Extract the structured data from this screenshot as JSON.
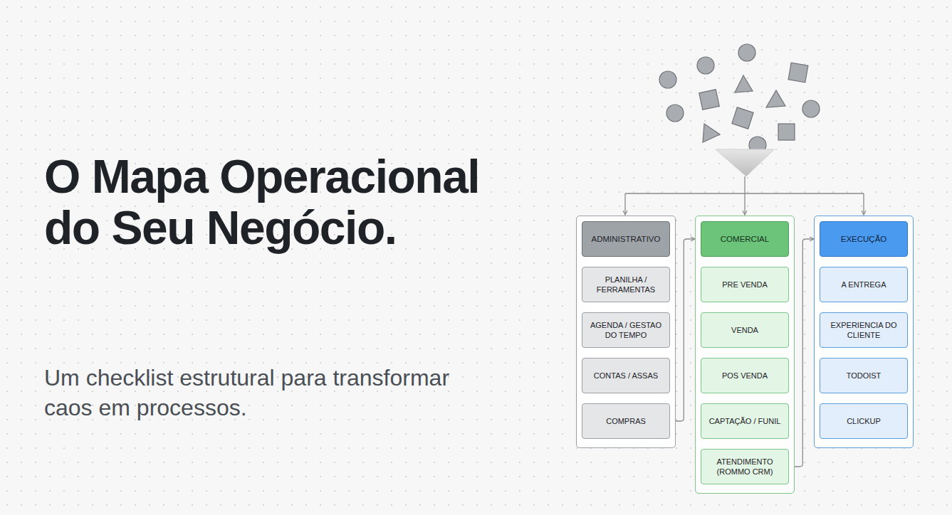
{
  "diagram": {
    "title": "O Mapa Operacional do Seu Negócio.",
    "caption": "Um checklist estrutural para transformar caos em processos.",
    "nodes": [
      {
        "text": [
          "ADMINISTRATIVO"
        ]
      },
      {
        "text": [
          "PLANILHA / FERRAMENTAS"
        ],
        "in": 0
      },
      {
        "text": [
          "AGENDA / GESTAO DO TEMPO"
        ],
        "in": 0
      },
      {
        "text": [
          "CONTAS / ASSAS"
        ],
        "in": 0
      },
      {
        "text": [
          "COMPRAS"
        ],
        "in": 0
      },
      {
        "text": [
          "COMERCIAL"
        ]
      },
      {
        "text": [
          "PRE VENDA"
        ],
        "in": 5
      },
      {
        "text": [
          "VENDA"
        ],
        "in": 5
      },
      {
        "text": [
          "POS VENDA"
        ],
        "in": 5
      },
      {
        "text": [
          "CAPTAÇÃO / FUNIL"
        ],
        "in": 5
      },
      {
        "text": [
          "ATENDIMENTO (ROMMO CRM)"
        ],
        "in": 5
      },
      {
        "text": [
          "EXECUÇÃO"
        ]
      },
      {
        "text": [
          "A ENTREGA"
        ],
        "in": 11
      },
      {
        "text": [
          "EXPERIENCIA DO CLIENTE"
        ],
        "in": 11
      },
      {
        "text": [
          "TODOIST"
        ],
        "in": 11
      },
      {
        "text": [
          "CLICKUP"
        ],
        "in": 11
      }
    ],
    "edges": [
      {
        "from": 1,
        "to": 2,
        "arrow": "none"
      },
      {
        "from": 2,
        "to": 3,
        "arrow": "none"
      },
      {
        "from": 3,
        "to": 4,
        "arrow": "none"
      },
      {
        "from": 6,
        "to": 7,
        "arrow": "none"
      },
      {
        "from": 7,
        "to": 8,
        "arrow": "none"
      },
      {
        "from": 8,
        "to": 9,
        "arrow": "none"
      },
      {
        "from": 9,
        "to": 10,
        "arrow": "none"
      },
      {
        "from": 12,
        "to": 13,
        "arrow": "none"
      },
      {
        "from": 13,
        "to": 14,
        "arrow": "none"
      },
      {
        "from": 14,
        "to": 15,
        "arrow": "none"
      },
      {
        "from": 4,
        "to": 5,
        "arrow": "to"
      },
      {
        "from": 10,
        "to": 11,
        "arrow": "to"
      }
    ]
  }
}
